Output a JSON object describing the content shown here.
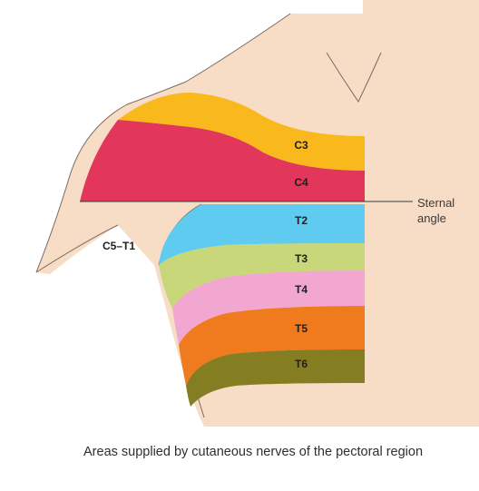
{
  "labels": {
    "c3": "C3",
    "c4": "C4",
    "t2": "T2",
    "t3": "T3",
    "t4": "T4",
    "t5": "T5",
    "t6": "T6",
    "arm": "C5–T1",
    "sternal_line1": "Sternal",
    "sternal_line2": "angle"
  },
  "caption": "Areas supplied by cutaneous nerves of the pectoral region",
  "colors": {
    "skin": "#f7ddc6",
    "outline": "#5a4a40",
    "c3": "#f9b91c",
    "c4": "#e2365a",
    "t2": "#5fcbf0",
    "t3": "#c7d77a",
    "t4": "#f1a7cf",
    "t5": "#f07a1e",
    "t6": "#857d22"
  }
}
